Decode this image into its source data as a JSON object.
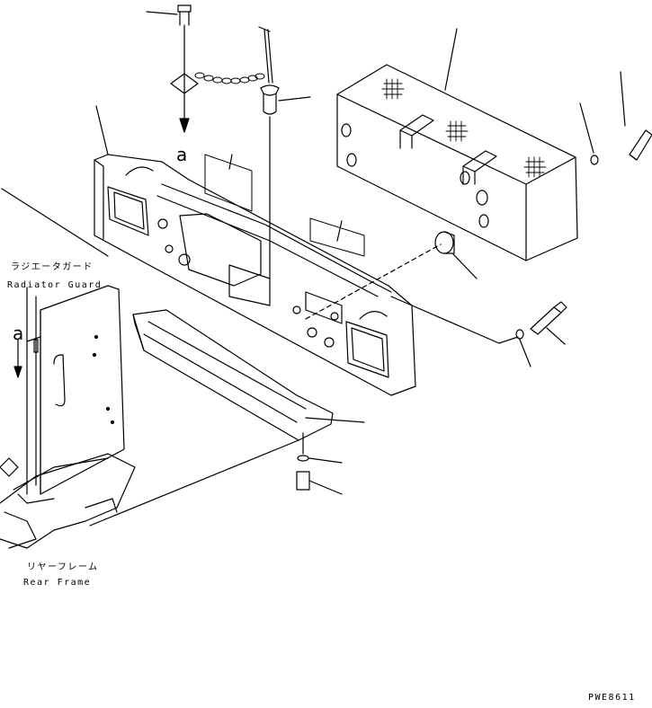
{
  "reference_marks": [
    "a",
    "a"
  ],
  "labels": {
    "radiator_guard_jp": "ラジエータガード",
    "radiator_guard_en": "Radiator Guard",
    "rear_frame_jp": "リヤーフレーム",
    "rear_frame_en": "Rear Frame",
    "drawing_code": "PWE8611"
  }
}
